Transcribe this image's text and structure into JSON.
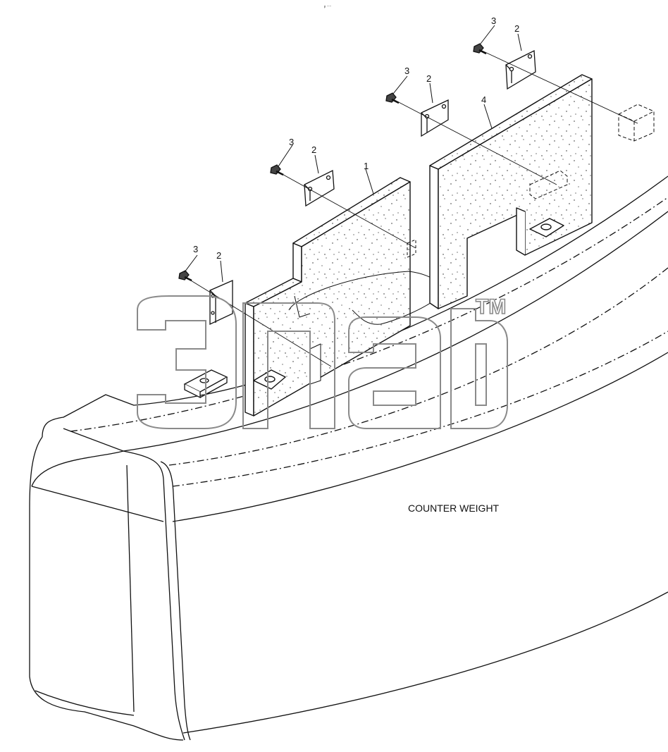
{
  "diagram": {
    "caption": "COUNTER WEIGHT",
    "trademark": "TM",
    "top_mark": "ᵖ ⁻⁻",
    "callouts": {
      "c1": "1",
      "c4": "4",
      "c2a": "2",
      "c2b": "2",
      "c2c": "2",
      "c2d": "2",
      "c3a": "3",
      "c3b": "3",
      "c3c": "3",
      "c3d": "3"
    },
    "colors": {
      "line": "#111111",
      "watermark": "#8a8a8a"
    }
  }
}
